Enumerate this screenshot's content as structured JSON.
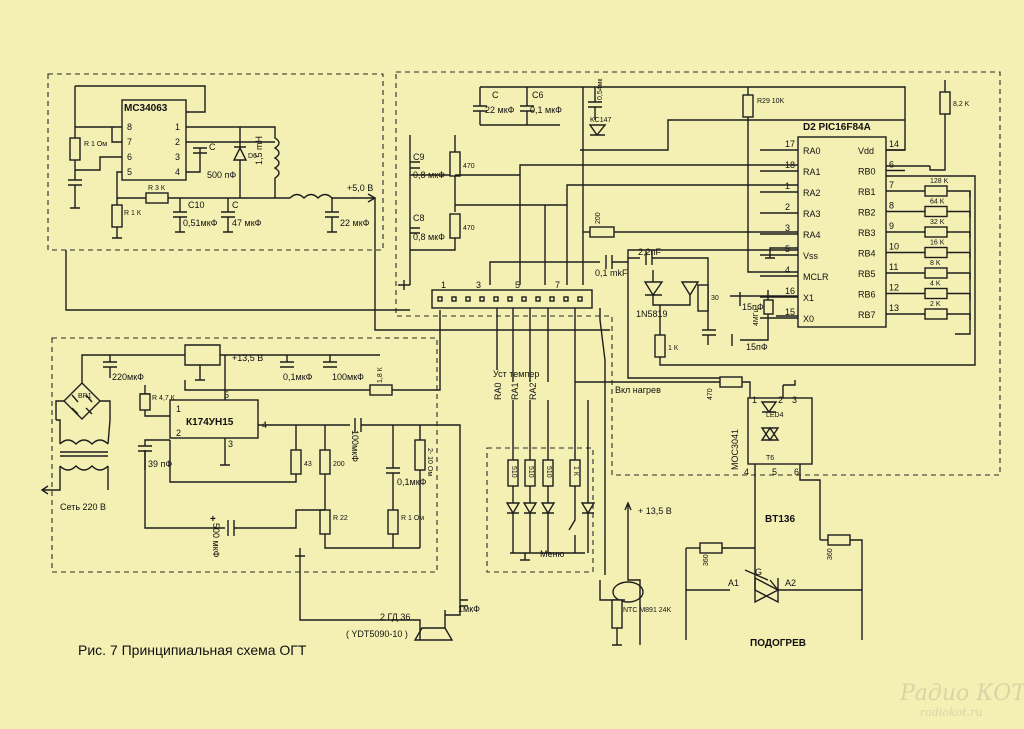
{
  "caption": "Рис. 7 Принципиальная схема ОГТ",
  "watermark": {
    "brand": "Радио КОТ",
    "site": "radiokot.ru"
  },
  "power_block": {
    "chip": "MC34063",
    "pins_left": [
      "8",
      "7",
      "6",
      "5"
    ],
    "pins_right": [
      "1",
      "2",
      "3",
      "4"
    ],
    "r1": "R\n1 Ом",
    "r2": "R\n1 К",
    "r3": "R 3 К",
    "c_top": "C",
    "c_500": "500 пФ",
    "diode": "D6",
    "inductor": "1,5 mH",
    "c10_name": "C10",
    "c10_val": "0,51мкФ",
    "c_47_name": "C",
    "c_47_val": "47 мкФ",
    "c_22_val": "22 мкФ",
    "out": "+5,0 В"
  },
  "mcu_block": {
    "chip": "D2 PIC16F84A",
    "left_pins": [
      {
        "num": "17",
        "name": "RA0"
      },
      {
        "num": "18",
        "name": "RA1"
      },
      {
        "num": "1",
        "name": "RA2"
      },
      {
        "num": "2",
        "name": "RA3"
      },
      {
        "num": "3",
        "name": "RA4"
      },
      {
        "num": "5",
        "name": "Vss"
      },
      {
        "num": "4",
        "name": "MCLR"
      },
      {
        "num": "16",
        "name": "X1"
      },
      {
        "num": "15",
        "name": "X0"
      }
    ],
    "right_pins": [
      {
        "num": "14",
        "name": "Vdd"
      },
      {
        "num": "6",
        "name": "RB0"
      },
      {
        "num": "7",
        "name": "RB1"
      },
      {
        "num": "8",
        "name": "RB2"
      },
      {
        "num": "9",
        "name": "RB3"
      },
      {
        "num": "10",
        "name": "RB4"
      },
      {
        "num": "11",
        "name": "RB5"
      },
      {
        "num": "12",
        "name": "RB6"
      },
      {
        "num": "13",
        "name": "RB7"
      }
    ],
    "c_top": "C",
    "c_22": "22 мкФ",
    "c6": "C6",
    "c6_val": "0,1 мкФ",
    "c_054": "0,54мк",
    "zener": "KC147",
    "r29": "R29\n10K",
    "r_82": "8,2 K",
    "c9": "C9",
    "c9_val": "0,8 мкФ",
    "r470a": "470",
    "c8": "C8",
    "c8_val": "0,8 мкФ",
    "r470b": "470",
    "r_200": "200",
    "c_01mkf": "0,1 mkF",
    "c_22nf": "2,2nF",
    "diode": "1N5819",
    "r_30": "30",
    "r_1k": "1 К",
    "c_15a": "15пФ",
    "c_15b": "15пФ",
    "quartz": "4МГц",
    "rb_resistors": [
      "128 K",
      "64 K",
      "32 K",
      "16 K",
      "8 K",
      "4 K",
      "2 K"
    ],
    "connector_pins": [
      "1",
      "3",
      "5",
      "7"
    ]
  },
  "amp_block": {
    "chip": "К174УН15",
    "pins": [
      "5",
      "1",
      "2",
      "3",
      "4"
    ],
    "vcc": "+13,5 В",
    "c_220": "220мкФ",
    "c_01": "0,1мкФ",
    "c_100": "100мкФ",
    "r_18k": "1,8 К",
    "bridge": "BR1",
    "r_47k": "R\n4,7 К",
    "c_39p": "39 пФ",
    "r_43": "43",
    "r_200": "200",
    "c_100out": "100мкФ",
    "r_22": "R\n22",
    "c_01b": "0,1мкФ",
    "r_1om": "R\n1 Ом",
    "r_2_10": "2- 10 Ом",
    "c_500": "500 мкФ",
    "mains": "Сеть 220 В"
  },
  "led_block": {
    "inputs": [
      "RA0",
      "RA1",
      "RA2"
    ],
    "label_set": "Уст темпер",
    "r510": [
      "510",
      "510",
      "510"
    ],
    "r_1k": "1 К",
    "menu": "Меню"
  },
  "speaker": {
    "c_1mkf": "1мкФ",
    "name": "2 ГД 36",
    "model": "( YDT5090-10 )"
  },
  "thermistor": {
    "vcc": "+ 13,5 В",
    "ntc": "NTC M891\n24K"
  },
  "heater_block": {
    "label_on": "Вкл нагрев",
    "r_470": "470",
    "opto": "MOC3041",
    "led": "LED4",
    "pins": [
      "1",
      "2",
      "3",
      "4",
      "5",
      "6"
    ],
    "opto_t": "T6",
    "triac": "BT136",
    "a1": "A1",
    "a2": "A2",
    "g": "G",
    "r360a": "360",
    "r360b": "360",
    "heater": "ПОДОГРЕВ"
  }
}
